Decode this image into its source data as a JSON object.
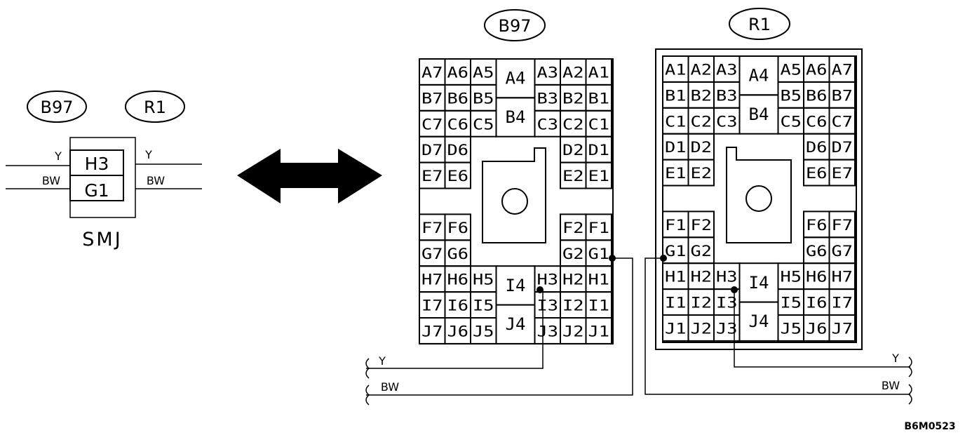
{
  "smj": {
    "b97_label": "B97",
    "r1_label": "R1",
    "pin_top": "H3",
    "pin_bottom": "G1",
    "wire_left_top": "Y",
    "wire_left_bottom": "BW",
    "wire_right_top": "Y",
    "wire_right_bottom": "BW",
    "name": "SMJ"
  },
  "b97": {
    "label": "B97",
    "wire_y": "Y",
    "wire_bw": "BW",
    "pins": [
      "A7",
      "A6",
      "A5",
      "A4",
      "A3",
      "A2",
      "A1",
      "B7",
      "B6",
      "B5",
      "B4",
      "B3",
      "B2",
      "B1",
      "C7",
      "C6",
      "C5",
      "C3",
      "C2",
      "C1",
      "D7",
      "D6",
      "D2",
      "D1",
      "E7",
      "E6",
      "E2",
      "E1",
      "F7",
      "F6",
      "F2",
      "F1",
      "G7",
      "G6",
      "G2",
      "G1",
      "H7",
      "H6",
      "H5",
      "I4",
      "H3",
      "H2",
      "H1",
      "I7",
      "I6",
      "I5",
      "J4",
      "I3",
      "I2",
      "I1",
      "J7",
      "J6",
      "J5",
      "J3",
      "J2",
      "J1"
    ]
  },
  "r1": {
    "label": "R1",
    "wire_y": "Y",
    "wire_bw": "BW",
    "pins": [
      "A1",
      "A2",
      "A3",
      "A4",
      "A5",
      "A6",
      "A7",
      "B1",
      "B2",
      "B3",
      "B4",
      "B5",
      "B6",
      "B7",
      "C1",
      "C2",
      "C3",
      "C5",
      "C6",
      "C7",
      "D1",
      "D2",
      "D6",
      "D7",
      "E1",
      "E2",
      "E6",
      "E7",
      "F1",
      "F2",
      "F6",
      "F7",
      "G1",
      "G2",
      "G6",
      "G7",
      "H1",
      "H2",
      "H3",
      "I4",
      "H5",
      "H6",
      "H7",
      "I1",
      "I2",
      "I3",
      "J4",
      "I5",
      "I6",
      "I7",
      "J1",
      "J2",
      "J3",
      "J5",
      "J6",
      "J7"
    ]
  },
  "figure_code": "B6M0523"
}
